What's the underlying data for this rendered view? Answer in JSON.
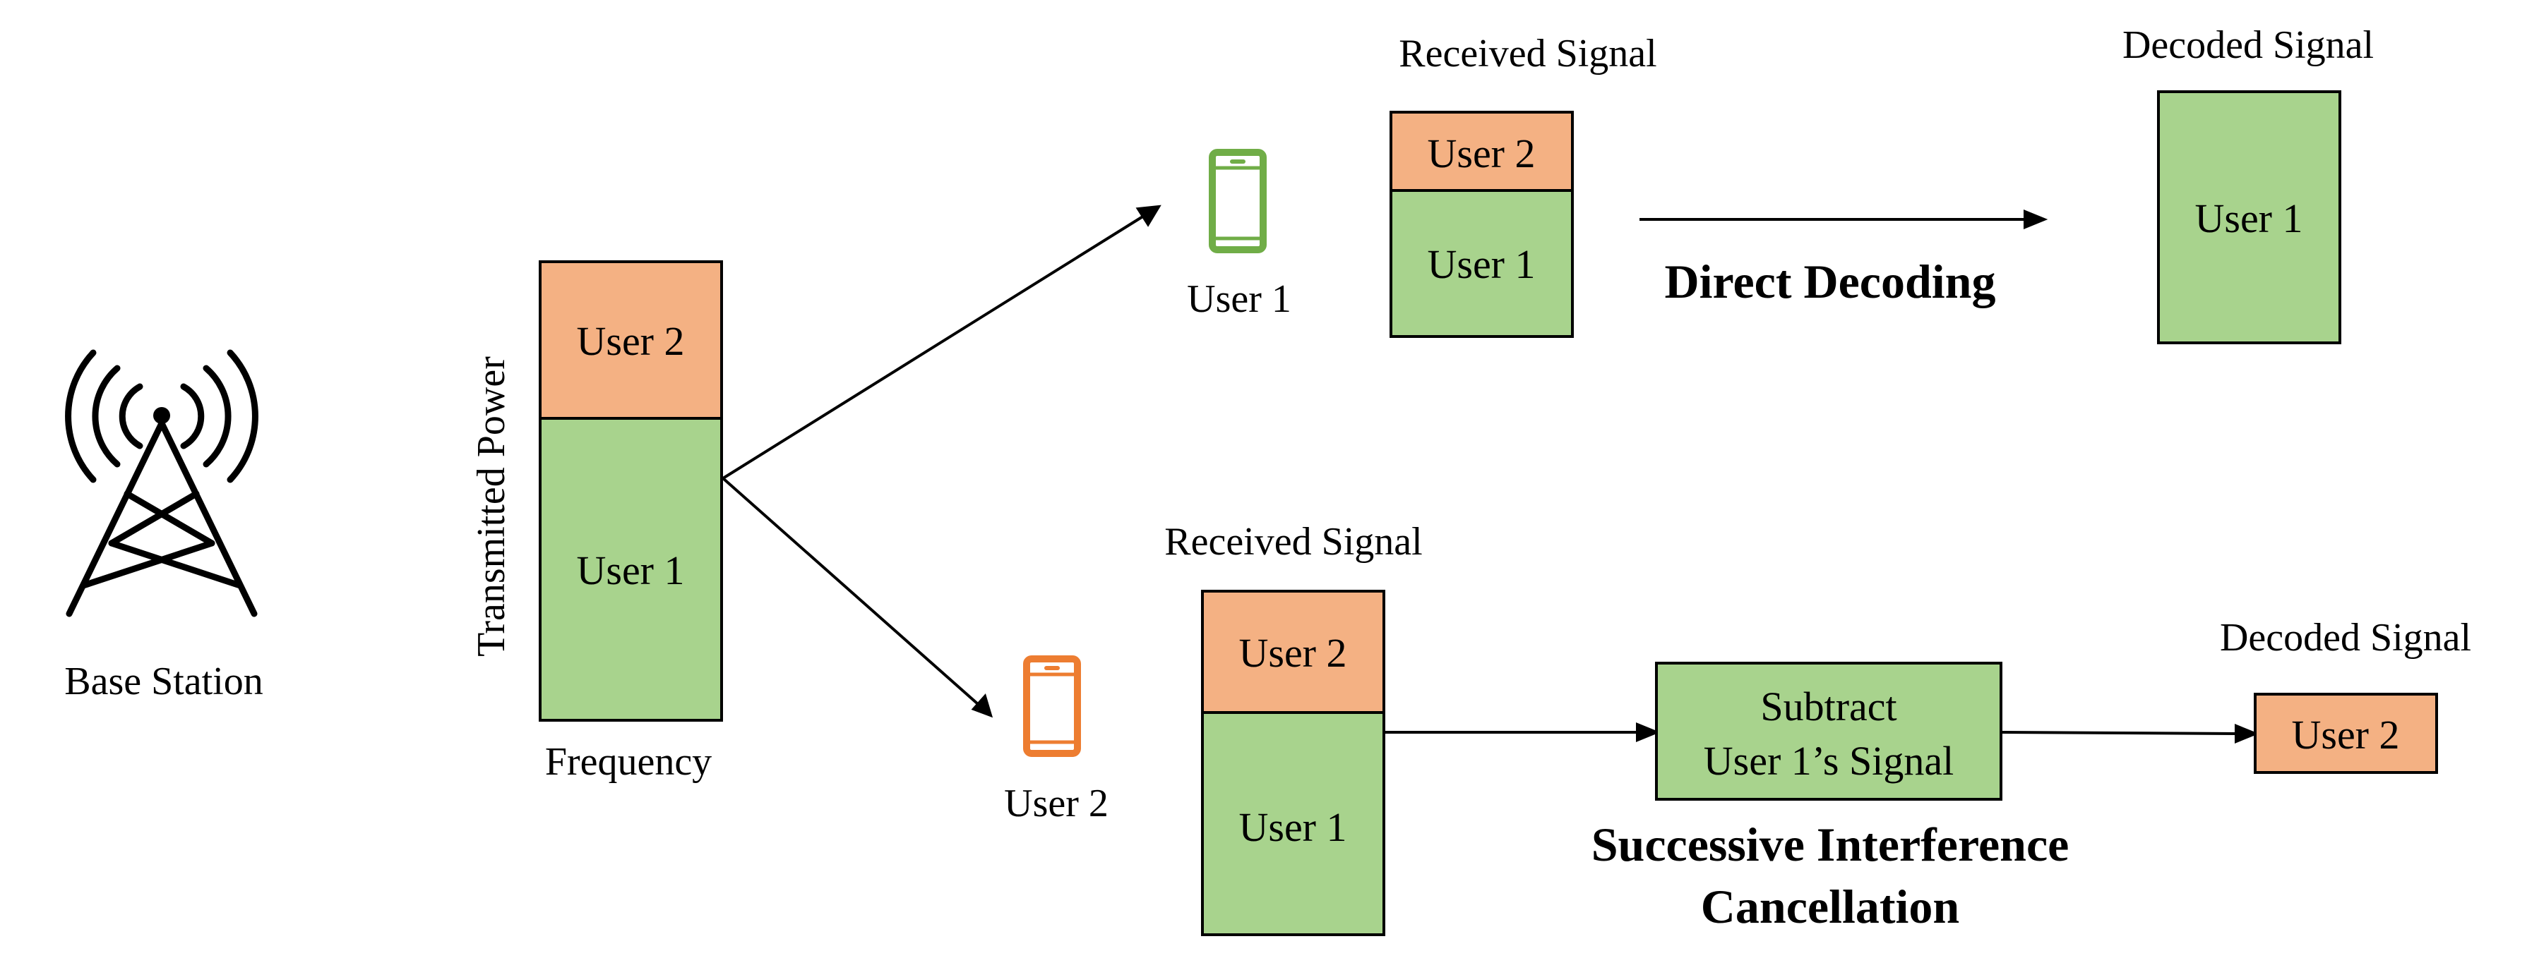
{
  "colors": {
    "green": "#a8d38d",
    "orange": "#f4b183",
    "phone_green": "#70ad47",
    "phone_orange": "#ed7d31",
    "stroke": "#000000"
  },
  "icons": {
    "base_station": "cell-tower-icon",
    "user1_device": "smartphone-icon",
    "user2_device": "smartphone-icon"
  },
  "base_station": {
    "label": "Base Station"
  },
  "transmitter": {
    "y_label": "Transmitted Power",
    "x_label": "Frequency",
    "user2": "User 2",
    "user1": "User 1"
  },
  "top_path": {
    "device_label": "User 1",
    "received_title": "Received Signal",
    "received_user2": "User 2",
    "received_user1": "User 1",
    "process_label": "Direct Decoding",
    "decoded_title": "Decoded Signal",
    "decoded_user": "User 1"
  },
  "bottom_path": {
    "device_label": "User 2",
    "received_title": "Received Signal",
    "received_user2": "User 2",
    "received_user1": "User 1",
    "sic_line1": "Subtract",
    "sic_line2": "User 1’s Signal",
    "process_label_line1": "Successive Interference",
    "process_label_line2": "Cancellation",
    "decoded_title": "Decoded Signal",
    "decoded_user": "User 2"
  }
}
